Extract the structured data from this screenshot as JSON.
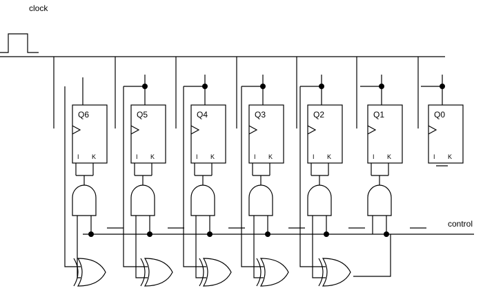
{
  "labels": {
    "clock": "clock",
    "control": "control"
  },
  "flip_flops": [
    {
      "name": "Q6",
      "inputs": [
        "I",
        "K"
      ]
    },
    {
      "name": "Q5",
      "inputs": [
        "I",
        "K"
      ]
    },
    {
      "name": "Q4",
      "inputs": [
        "I",
        "K"
      ]
    },
    {
      "name": "Q3",
      "inputs": [
        "I",
        "K"
      ]
    },
    {
      "name": "Q2",
      "inputs": [
        "I",
        "K"
      ]
    },
    {
      "name": "Q1",
      "inputs": [
        "I",
        "K"
      ]
    },
    {
      "name": "Q0",
      "inputs": [
        "I",
        "K"
      ]
    }
  ]
}
